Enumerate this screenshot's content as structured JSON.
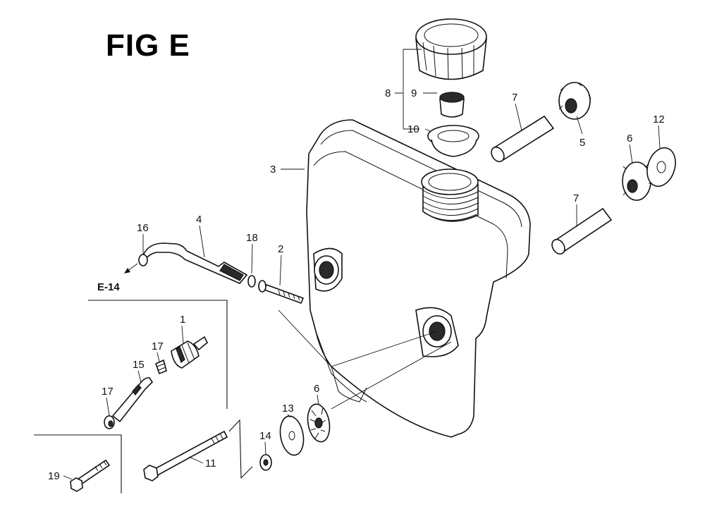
{
  "title": "FIG E",
  "callouts": [
    "1",
    "2",
    "3",
    "4",
    "5",
    "6",
    "6",
    "7",
    "7",
    "8",
    "9",
    "10",
    "11",
    "12",
    "13",
    "14",
    "15",
    "16",
    "17",
    "17",
    "18",
    "19"
  ],
  "reference": "E-14"
}
